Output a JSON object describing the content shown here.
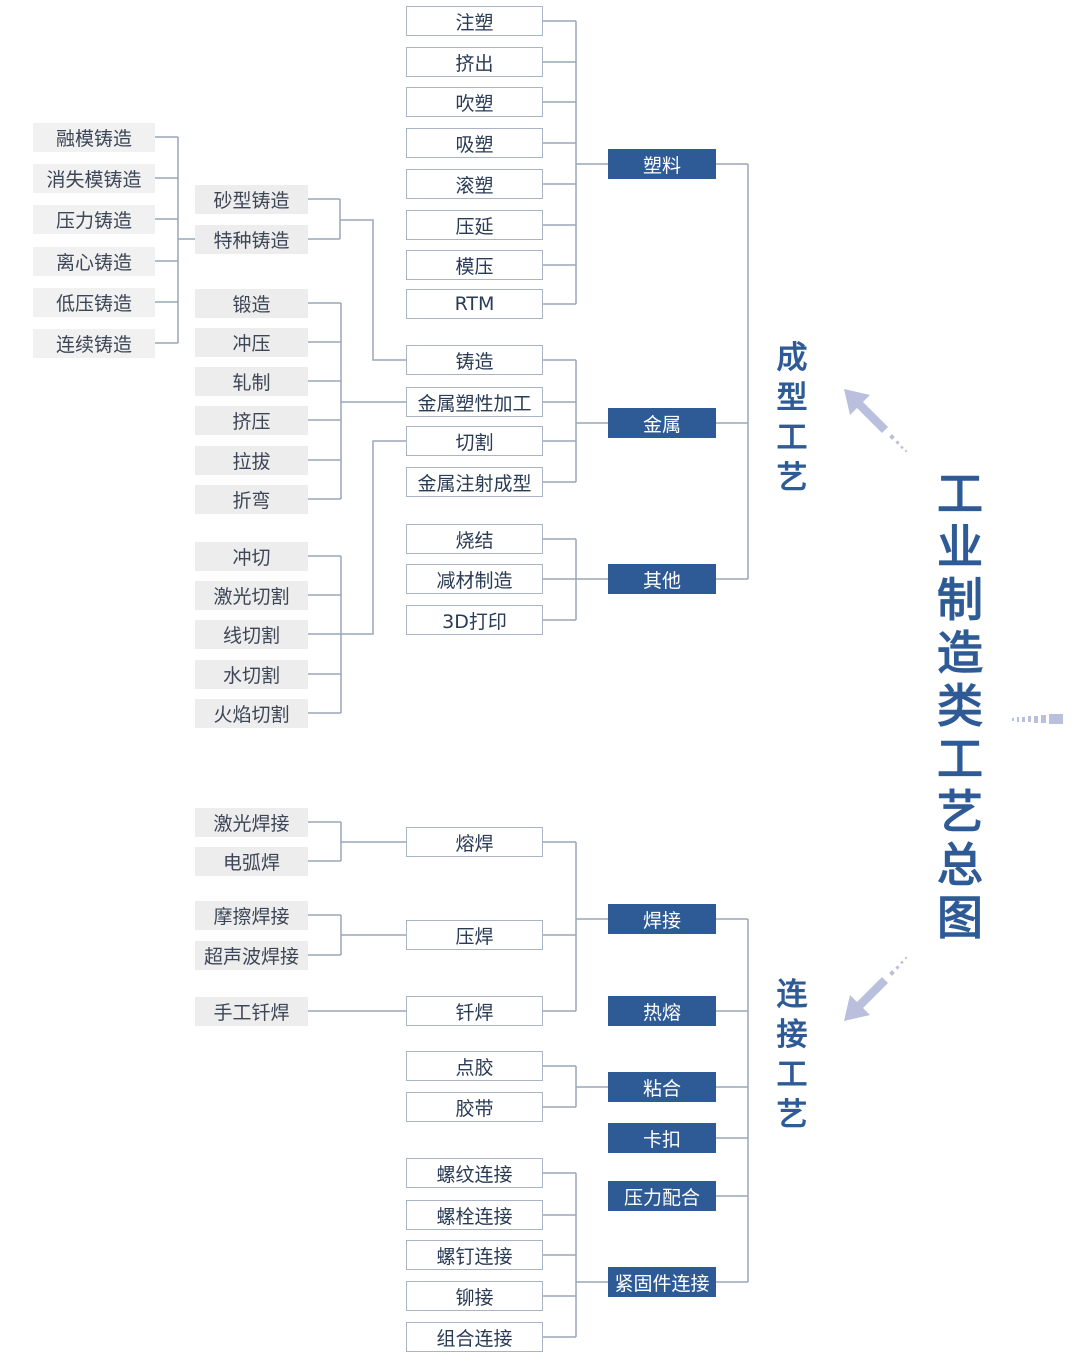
{
  "title": "工业制造类工艺总图",
  "categories": {
    "forming": "成型工艺",
    "joining": "连接工艺"
  },
  "forming": {
    "plastic": {
      "label": "塑料",
      "children": [
        "注塑",
        "挤出",
        "吹塑",
        "吸塑",
        "滚塑",
        "压延",
        "模压",
        "RTM"
      ]
    },
    "metal": {
      "label": "金属",
      "children": [
        "铸造",
        "金属塑性加工",
        "切割",
        "金属注射成型"
      ],
      "casting_types": [
        "砂型铸造",
        "特种铸造"
      ],
      "special_casting": [
        "融模铸造",
        "消失模铸造",
        "压力铸造",
        "离心铸造",
        "低压铸造",
        "连续铸造"
      ],
      "plastic_working": [
        "锻造",
        "冲压",
        "轧制",
        "挤压",
        "拉拔",
        "折弯"
      ],
      "cutting": [
        "冲切",
        "激光切割",
        "线切割",
        "水切割",
        "火焰切割"
      ]
    },
    "other": {
      "label": "其他",
      "children": [
        "烧结",
        "减材制造",
        "3D打印"
      ]
    }
  },
  "joining": {
    "welding": {
      "label": "焊接",
      "children": [
        "熔焊",
        "压焊",
        "钎焊"
      ],
      "fusion": [
        "激光焊接",
        "电弧焊"
      ],
      "pressure": [
        "摩擦焊接",
        "超声波焊接"
      ],
      "brazing": [
        "手工钎焊"
      ]
    },
    "hot_melt": "热熔",
    "bonding": {
      "label": "粘合",
      "children": [
        "点胶",
        "胶带"
      ]
    },
    "snap": "卡扣",
    "press_fit": "压力配合",
    "fastener": {
      "label": "紧固件连接",
      "children": [
        "螺纹连接",
        "螺栓连接",
        "螺钉连接",
        "铆接",
        "组合连接"
      ]
    }
  },
  "colors": {
    "primary": "#2e5b95",
    "line": "#9aa6b8",
    "box_border": "#a9b4c4",
    "leaf_bg": "#ededed",
    "arrow": "#b9bfdc"
  }
}
